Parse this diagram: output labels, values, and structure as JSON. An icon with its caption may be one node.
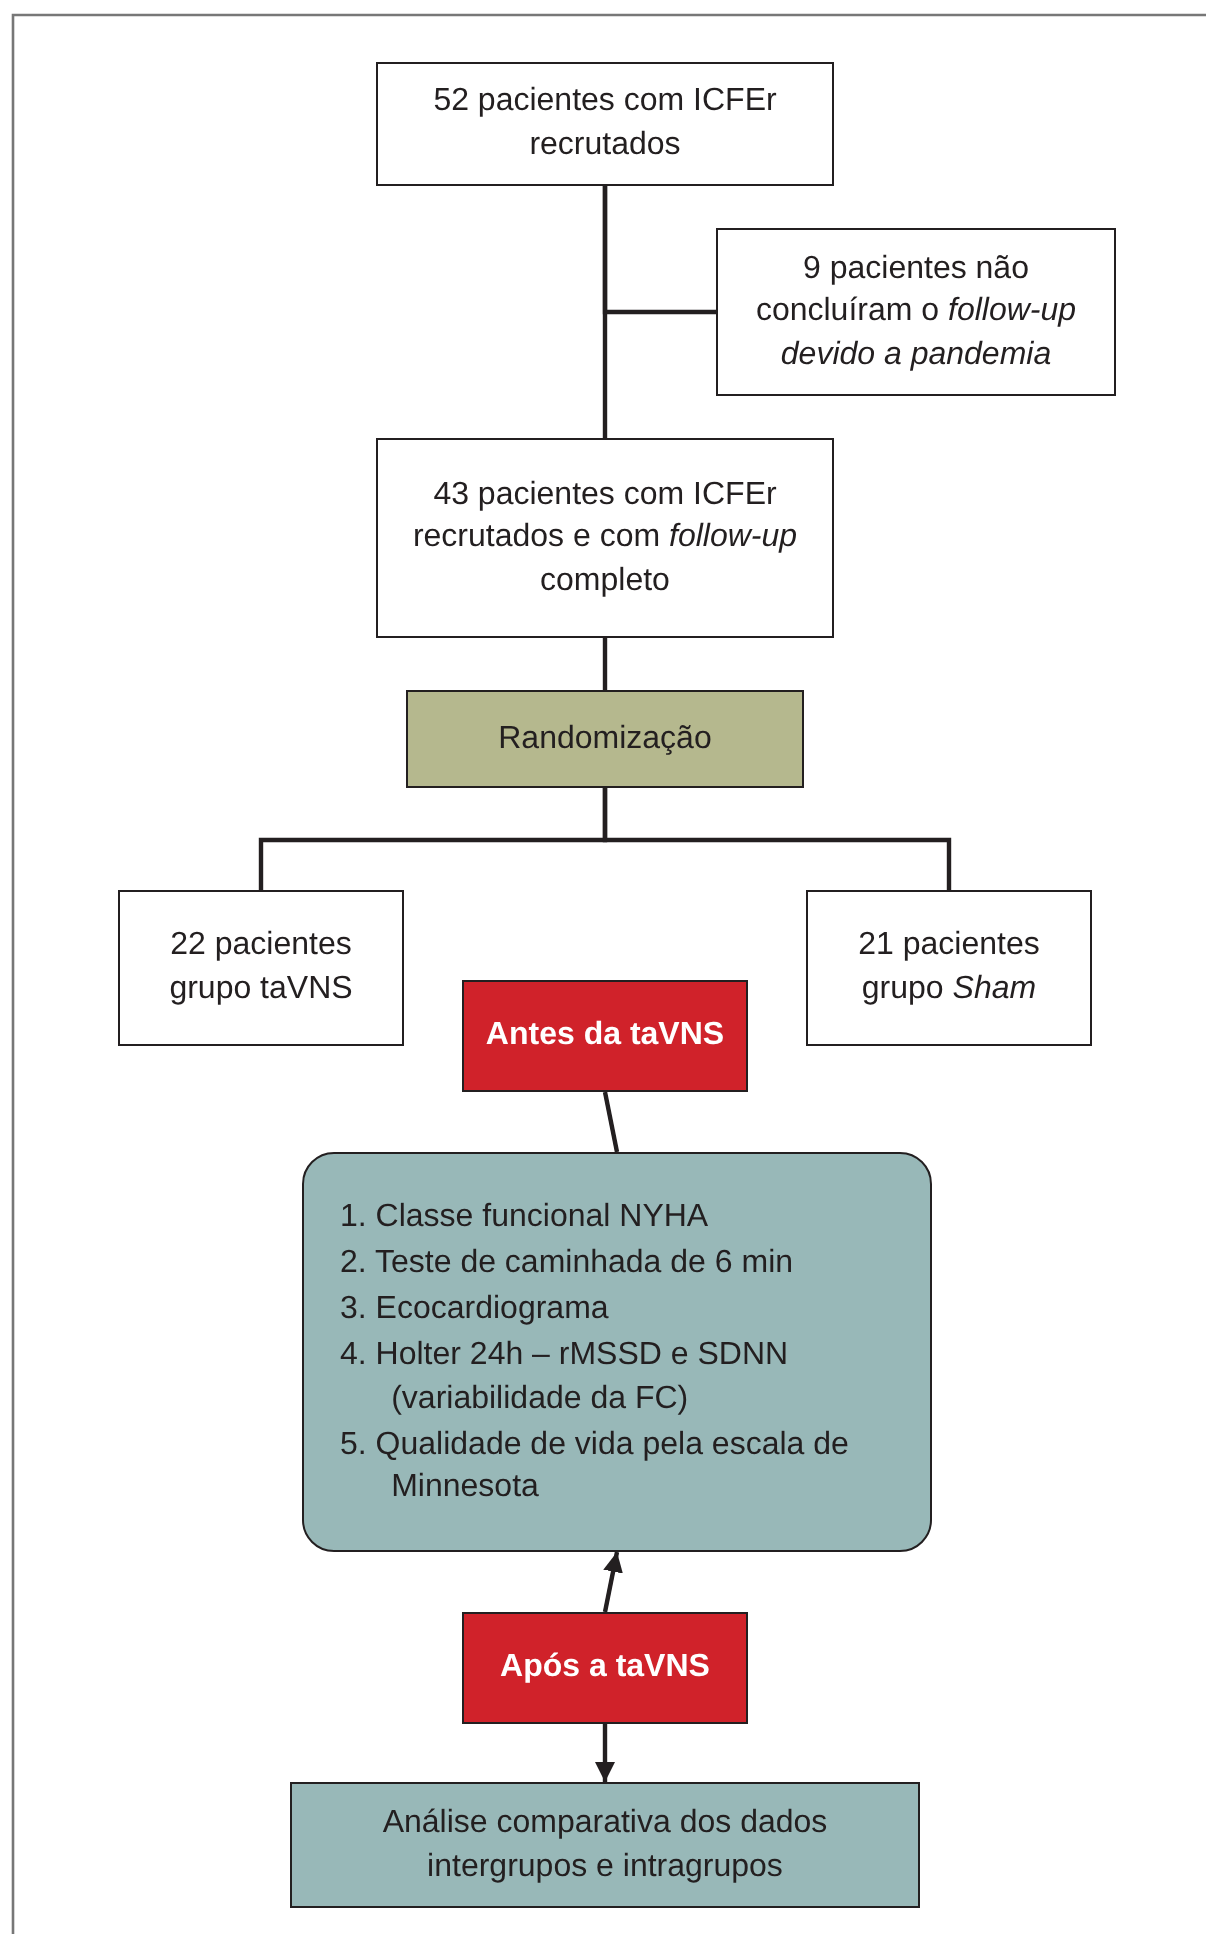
{
  "diagram": {
    "nodes": [
      {
        "text": [
          "52 pacientes com ICFEr recrutados"
        ]
      },
      {
        "text": [
          "9 pacientes não concluíram o *follow-up devido a pandemia*"
        ]
      },
      {
        "text": [
          "43 pacientes com ICFEr recrutados e com *follow-up* completo"
        ]
      },
      {
        "text": [
          "Randomização"
        ]
      },
      {
        "text": [
          "22 pacientes grupo taVNS"
        ]
      },
      {
        "text": [
          "21 pacientes grupo *Sham*"
        ]
      },
      {
        "text": [
          "Antes da taVNS"
        ]
      },
      {
        "text": [
          "1. Classe funcional NYHA",
          "2. Teste de caminhada de 6 min",
          "3. Ecocardiograma",
          "4. Holter 24h – rMSSD e SDNN (variabilidade da FC)",
          "5. Qualidade de vida pela escala de Minnesota"
        ]
      },
      {
        "text": [
          "Após a taVNS"
        ]
      },
      {
        "text": [
          "Análise comparativa dos dados intergrupos e intragrupos"
        ]
      }
    ],
    "edges": [
      {
        "from": 0,
        "to": 2,
        "arrow": "none"
      },
      {
        "from": 0,
        "to": 1,
        "arrow": "none"
      },
      {
        "from": 2,
        "to": 3,
        "arrow": "none"
      },
      {
        "from": 3,
        "to": 4,
        "arrow": "none"
      },
      {
        "from": 3,
        "to": 5,
        "arrow": "none"
      },
      {
        "from": 6,
        "to": 7,
        "arrow": "none"
      },
      {
        "from": 8,
        "to": 7,
        "arrow": "to"
      },
      {
        "from": 8,
        "to": 9,
        "arrow": "to"
      }
    ]
  }
}
